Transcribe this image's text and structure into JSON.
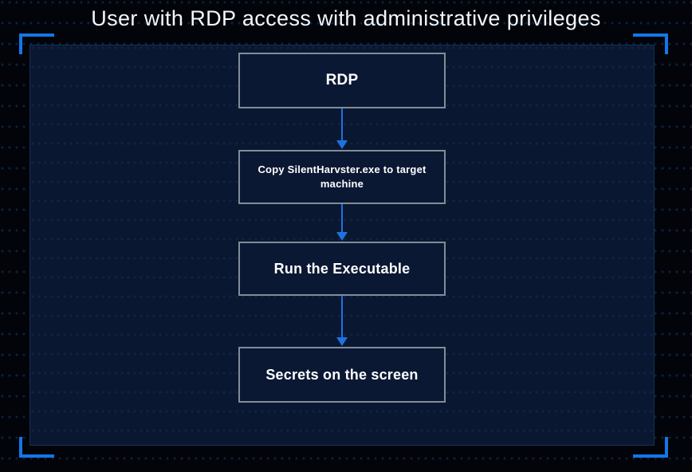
{
  "title": "User with RDP access with administrative privileges",
  "flow": {
    "nodes": [
      {
        "label": "RDP"
      },
      {
        "label": "Copy  SilentHarvster.exe to target machine"
      },
      {
        "label": "Run the Executable"
      },
      {
        "label": "Secrets on the screen"
      }
    ]
  },
  "icons": {
    "corner_brackets": "corner-bracket",
    "arrows": "arrow-down"
  },
  "colors": {
    "background": "#020409",
    "panel_fill": "#0a1730",
    "panel_border": "#143159",
    "box_fill": "#0b1833",
    "box_border": "#828c99",
    "accent_blue": "#1377e8",
    "arrow_blue": "#1d72e2",
    "text": "#ffffff"
  }
}
